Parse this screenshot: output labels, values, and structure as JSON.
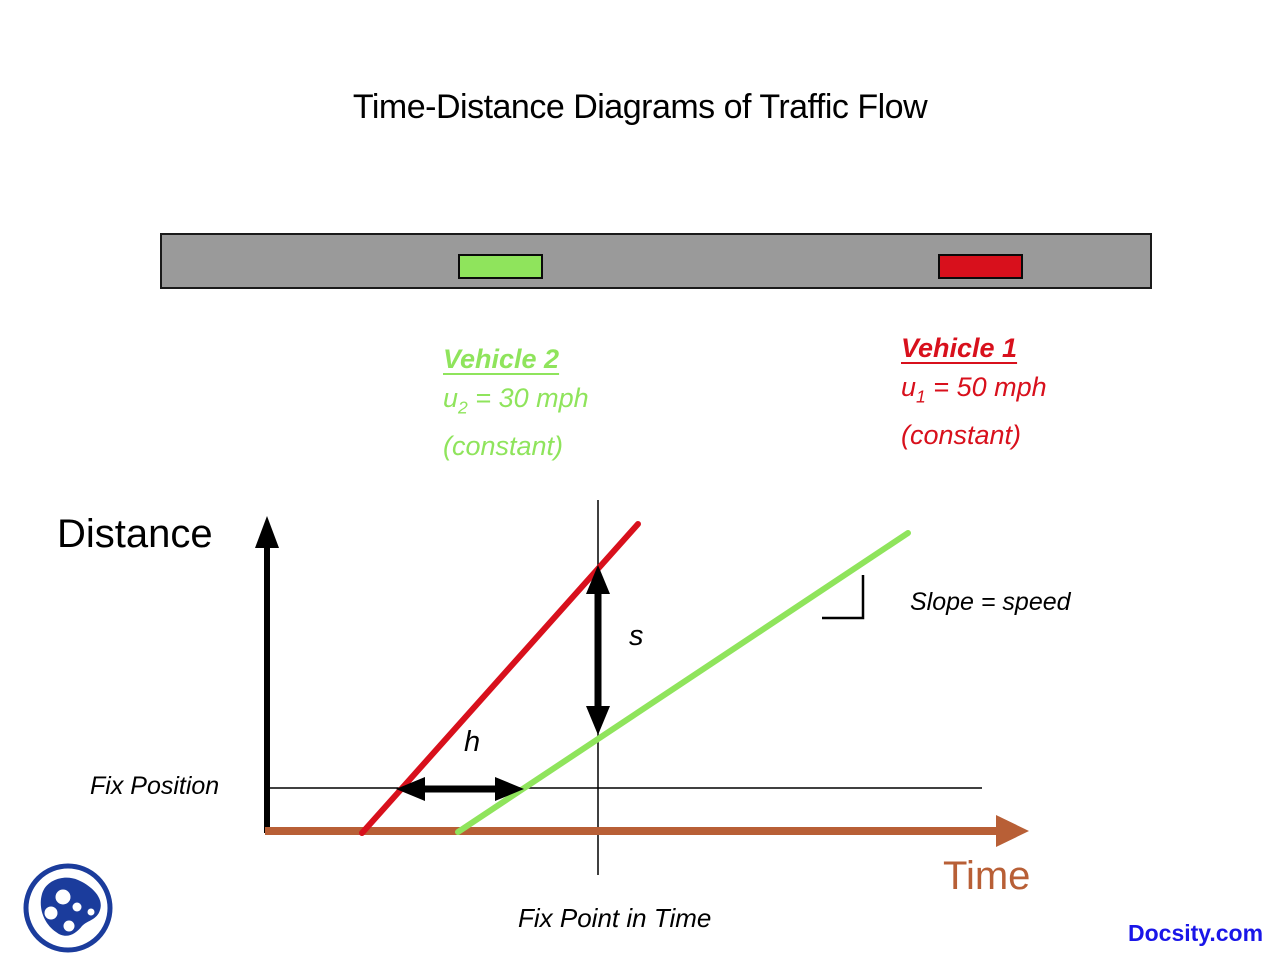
{
  "slide": {
    "title": "Time-Distance Diagrams of Traffic Flow"
  },
  "vehicle2": {
    "name": "Vehicle 2",
    "speed_base": "u",
    "speed_sub": "2",
    "speed_rest": " = 30 mph",
    "constant": "(constant)"
  },
  "vehicle1": {
    "name": "Vehicle 1",
    "speed_base": "u",
    "speed_sub": "1",
    "speed_rest": " = 50 mph",
    "constant": "(constant)"
  },
  "labels": {
    "distance_axis": "Distance",
    "time_axis": "Time",
    "fix_position": "Fix Position",
    "fix_point_in_time": "Fix Point in Time",
    "slope": "Slope = speed",
    "spacing_s": "s",
    "headway_h": "h"
  },
  "footer": {
    "watermark": "Docsity.com"
  },
  "colors": {
    "vehicle1-red": "#d8101c",
    "vehicle2-green": "#8fe45c",
    "time-axis-brown": "#b85f36",
    "road-gray": "#9a9a9a",
    "docsity-blue": "#1b3c9c",
    "watermark-blue": "#1a16e8"
  }
}
